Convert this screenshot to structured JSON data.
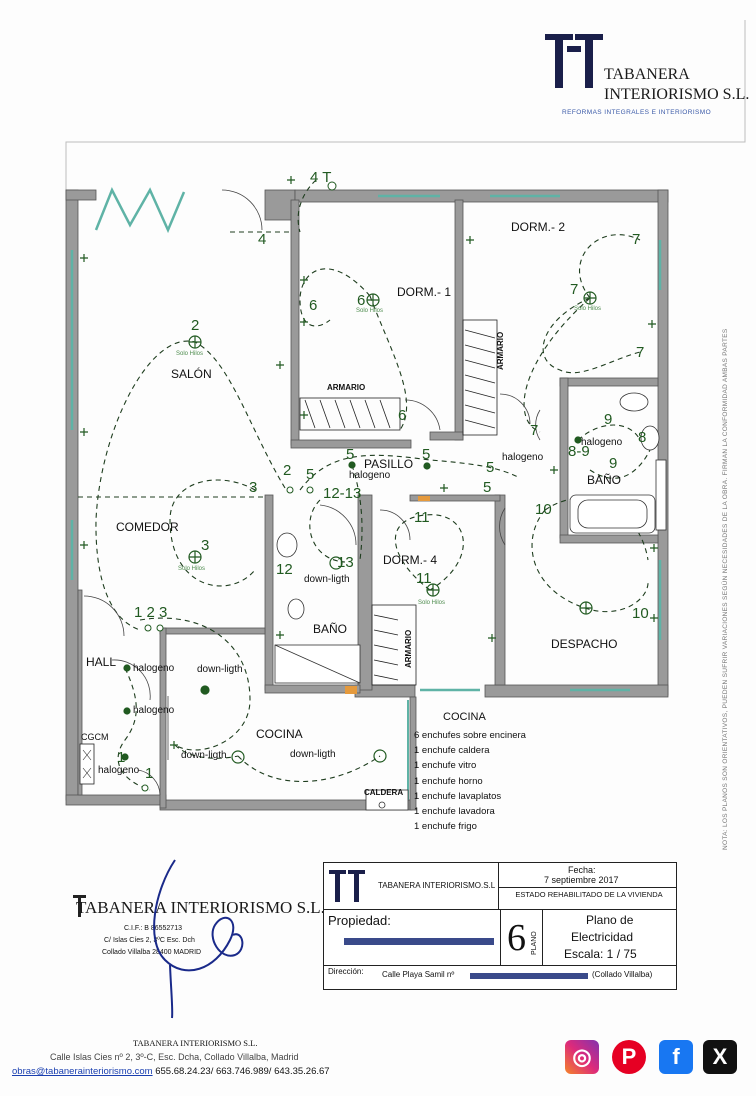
{
  "company": {
    "name_line1": "TABANERA",
    "name_line2": "INTERIORISMO S.L.",
    "tagline": "REFORMAS INTEGRALES E INTERIORISMO",
    "stamp_name": "TABANERA INTERIORISMO S.L.",
    "stamp_cif": "C.I.F.: B 86552713",
    "stamp_address": "C/ Islas Cíes 2, 3ºC Esc. Dch",
    "stamp_city": "Collado Villalba 28400 MADRID",
    "footer_name": "TABANERA INTERIORISMO S.L.",
    "footer_address": "Calle Islas Cies nº 2, 3º-C, Esc. Dcha, Collado Villalba, Madrid",
    "footer_email": "obras@tabanerainteriorismo.com",
    "footer_phones": " 655.68.24.23/ 663.746.989/ 643.35.26.67"
  },
  "side_note": "NOTA: LOS PLANOS SON ORIENTATIVOS, PUEDEN SUFRIR VARIACIONES SEGÚN NECESIDADES DE LA OBRA. FIRMAN LA CONFORMIDAD AMBAS PARTES",
  "rooms": {
    "salon": "SALÓN",
    "comedor": "COMEDOR",
    "hall": "HALL",
    "cgcm": "CGCM",
    "cocina": "COCINA",
    "bano1": "BAÑO",
    "pasillo": "PASILLO",
    "dorm1": "DORM.- 1",
    "dorm2": "DORM.- 2",
    "dorm4": "DORM.- 4",
    "bano2": "BAÑO",
    "despacho": "DESPACHO",
    "armario": "ARMARIO",
    "caldera": "CALDERA"
  },
  "fixtures": {
    "halogeno": "halogeno",
    "down_light_1": "down-ligth",
    "down_light_2": "down-ligth",
    "solo_hilos": "Solo Hilos"
  },
  "circuit_numbers": [
    "1",
    "2",
    "3",
    "4",
    "5",
    "6",
    "7",
    "8",
    "9",
    "10",
    "11",
    "12",
    "13"
  ],
  "composite_labels": {
    "c4t": "4 T",
    "c12_13": "12-13",
    "c8_9": "8-9",
    "c1_2_3": "1 2 3"
  },
  "kitchen_list": {
    "title": "COCINA",
    "items": [
      "6 enchufes sobre encinera",
      "1 enchufe caldera",
      "1 enchufe vitro",
      "1 enchufe horno",
      "1 enchufe lavaplatos",
      "1 enchufe lavadora",
      "1 enchufe frigo"
    ]
  },
  "title_block": {
    "company": "TABANERA INTERIORISMO.S.L",
    "fecha_label": "Fecha:",
    "fecha": "7 septiembre 2017",
    "estado": "ESTADO REHABILITADO DE LA VIVIENDA",
    "propiedad_label": "Propiedad:",
    "plano_number": "6",
    "plano_label": "PLANO",
    "plano_title1": "Plano de",
    "plano_title2": "Electricidad",
    "escala": "Escala: 1 / 75",
    "direccion_label": "Dirección:",
    "direccion_value": "Calle Playa Samil nº",
    "direccion_city": "(Collado Villalba)"
  },
  "social": {
    "instagram": "◎",
    "pinterest": "P",
    "facebook": "f",
    "x": "X"
  },
  "colors": {
    "wall": "#8a8a8a",
    "circuit": "#215a21",
    "window": "#5fb3a6",
    "instagram": "#c13584",
    "pinterest": "#e60023",
    "facebook": "#1877f2",
    "x": "#111111"
  }
}
